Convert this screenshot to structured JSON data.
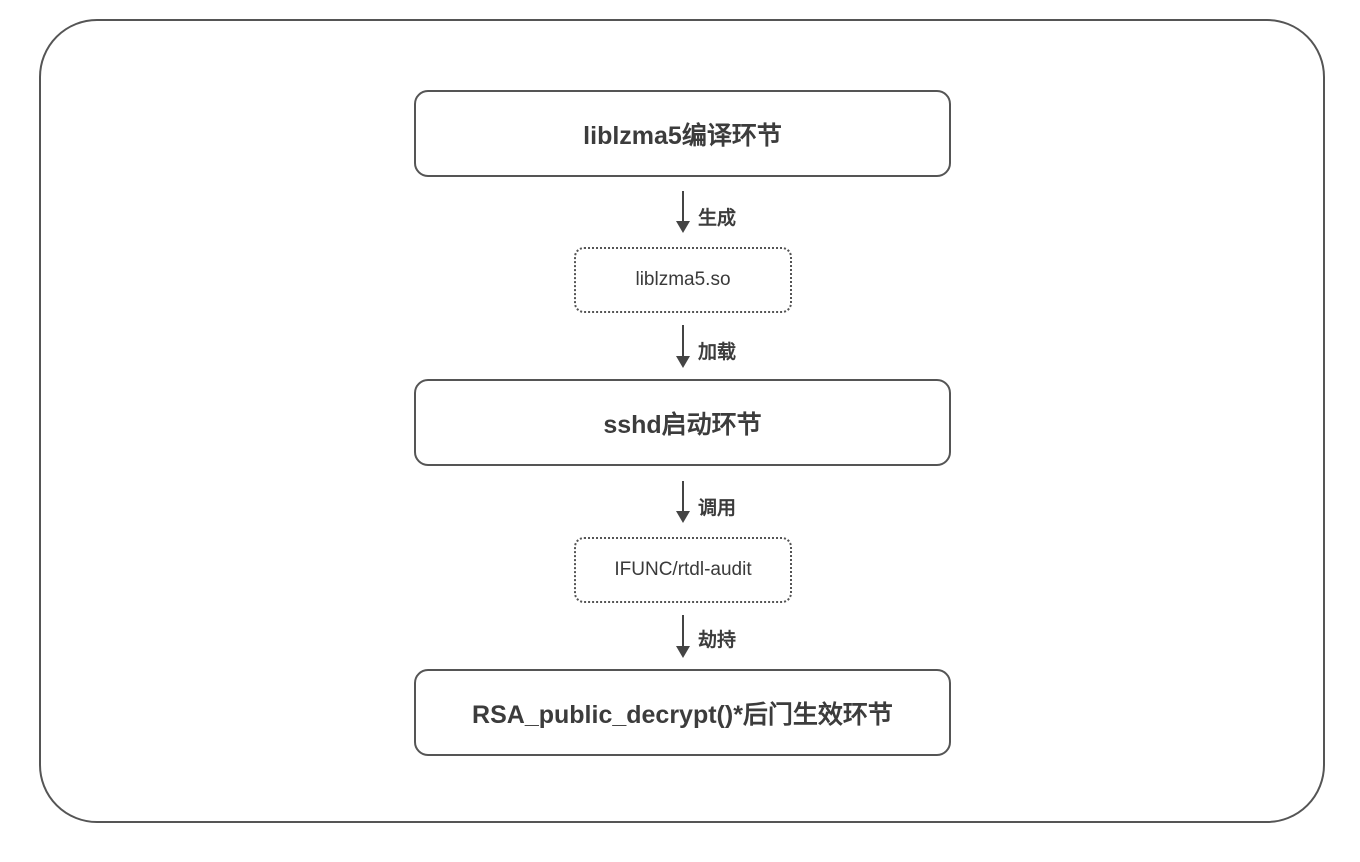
{
  "diagram": {
    "nodes": [
      {
        "id": "liblzma-compile",
        "label": "liblzma5编译环节",
        "style": "solid"
      },
      {
        "id": "liblzma-so",
        "label": "liblzma5.so",
        "style": "dotted"
      },
      {
        "id": "sshd-startup",
        "label": "sshd启动环节",
        "style": "solid"
      },
      {
        "id": "ifunc-rtdl-audit",
        "label": "IFUNC/rtdl-audit",
        "style": "dotted"
      },
      {
        "id": "rsa-backdoor",
        "label": "RSA_public_decrypt()*后门生效环节",
        "style": "solid"
      }
    ],
    "edges": [
      {
        "from": "liblzma-compile",
        "to": "liblzma-so",
        "label": "生成"
      },
      {
        "from": "liblzma-so",
        "to": "sshd-startup",
        "label": "加载"
      },
      {
        "from": "sshd-startup",
        "to": "ifunc-rtdl-audit",
        "label": "调用"
      },
      {
        "from": "ifunc-rtdl-audit",
        "to": "rsa-backdoor",
        "label": "劫持"
      }
    ],
    "colors": {
      "stroke": "#555555",
      "arrow": "#444444",
      "text": "#3c3c3c"
    }
  }
}
